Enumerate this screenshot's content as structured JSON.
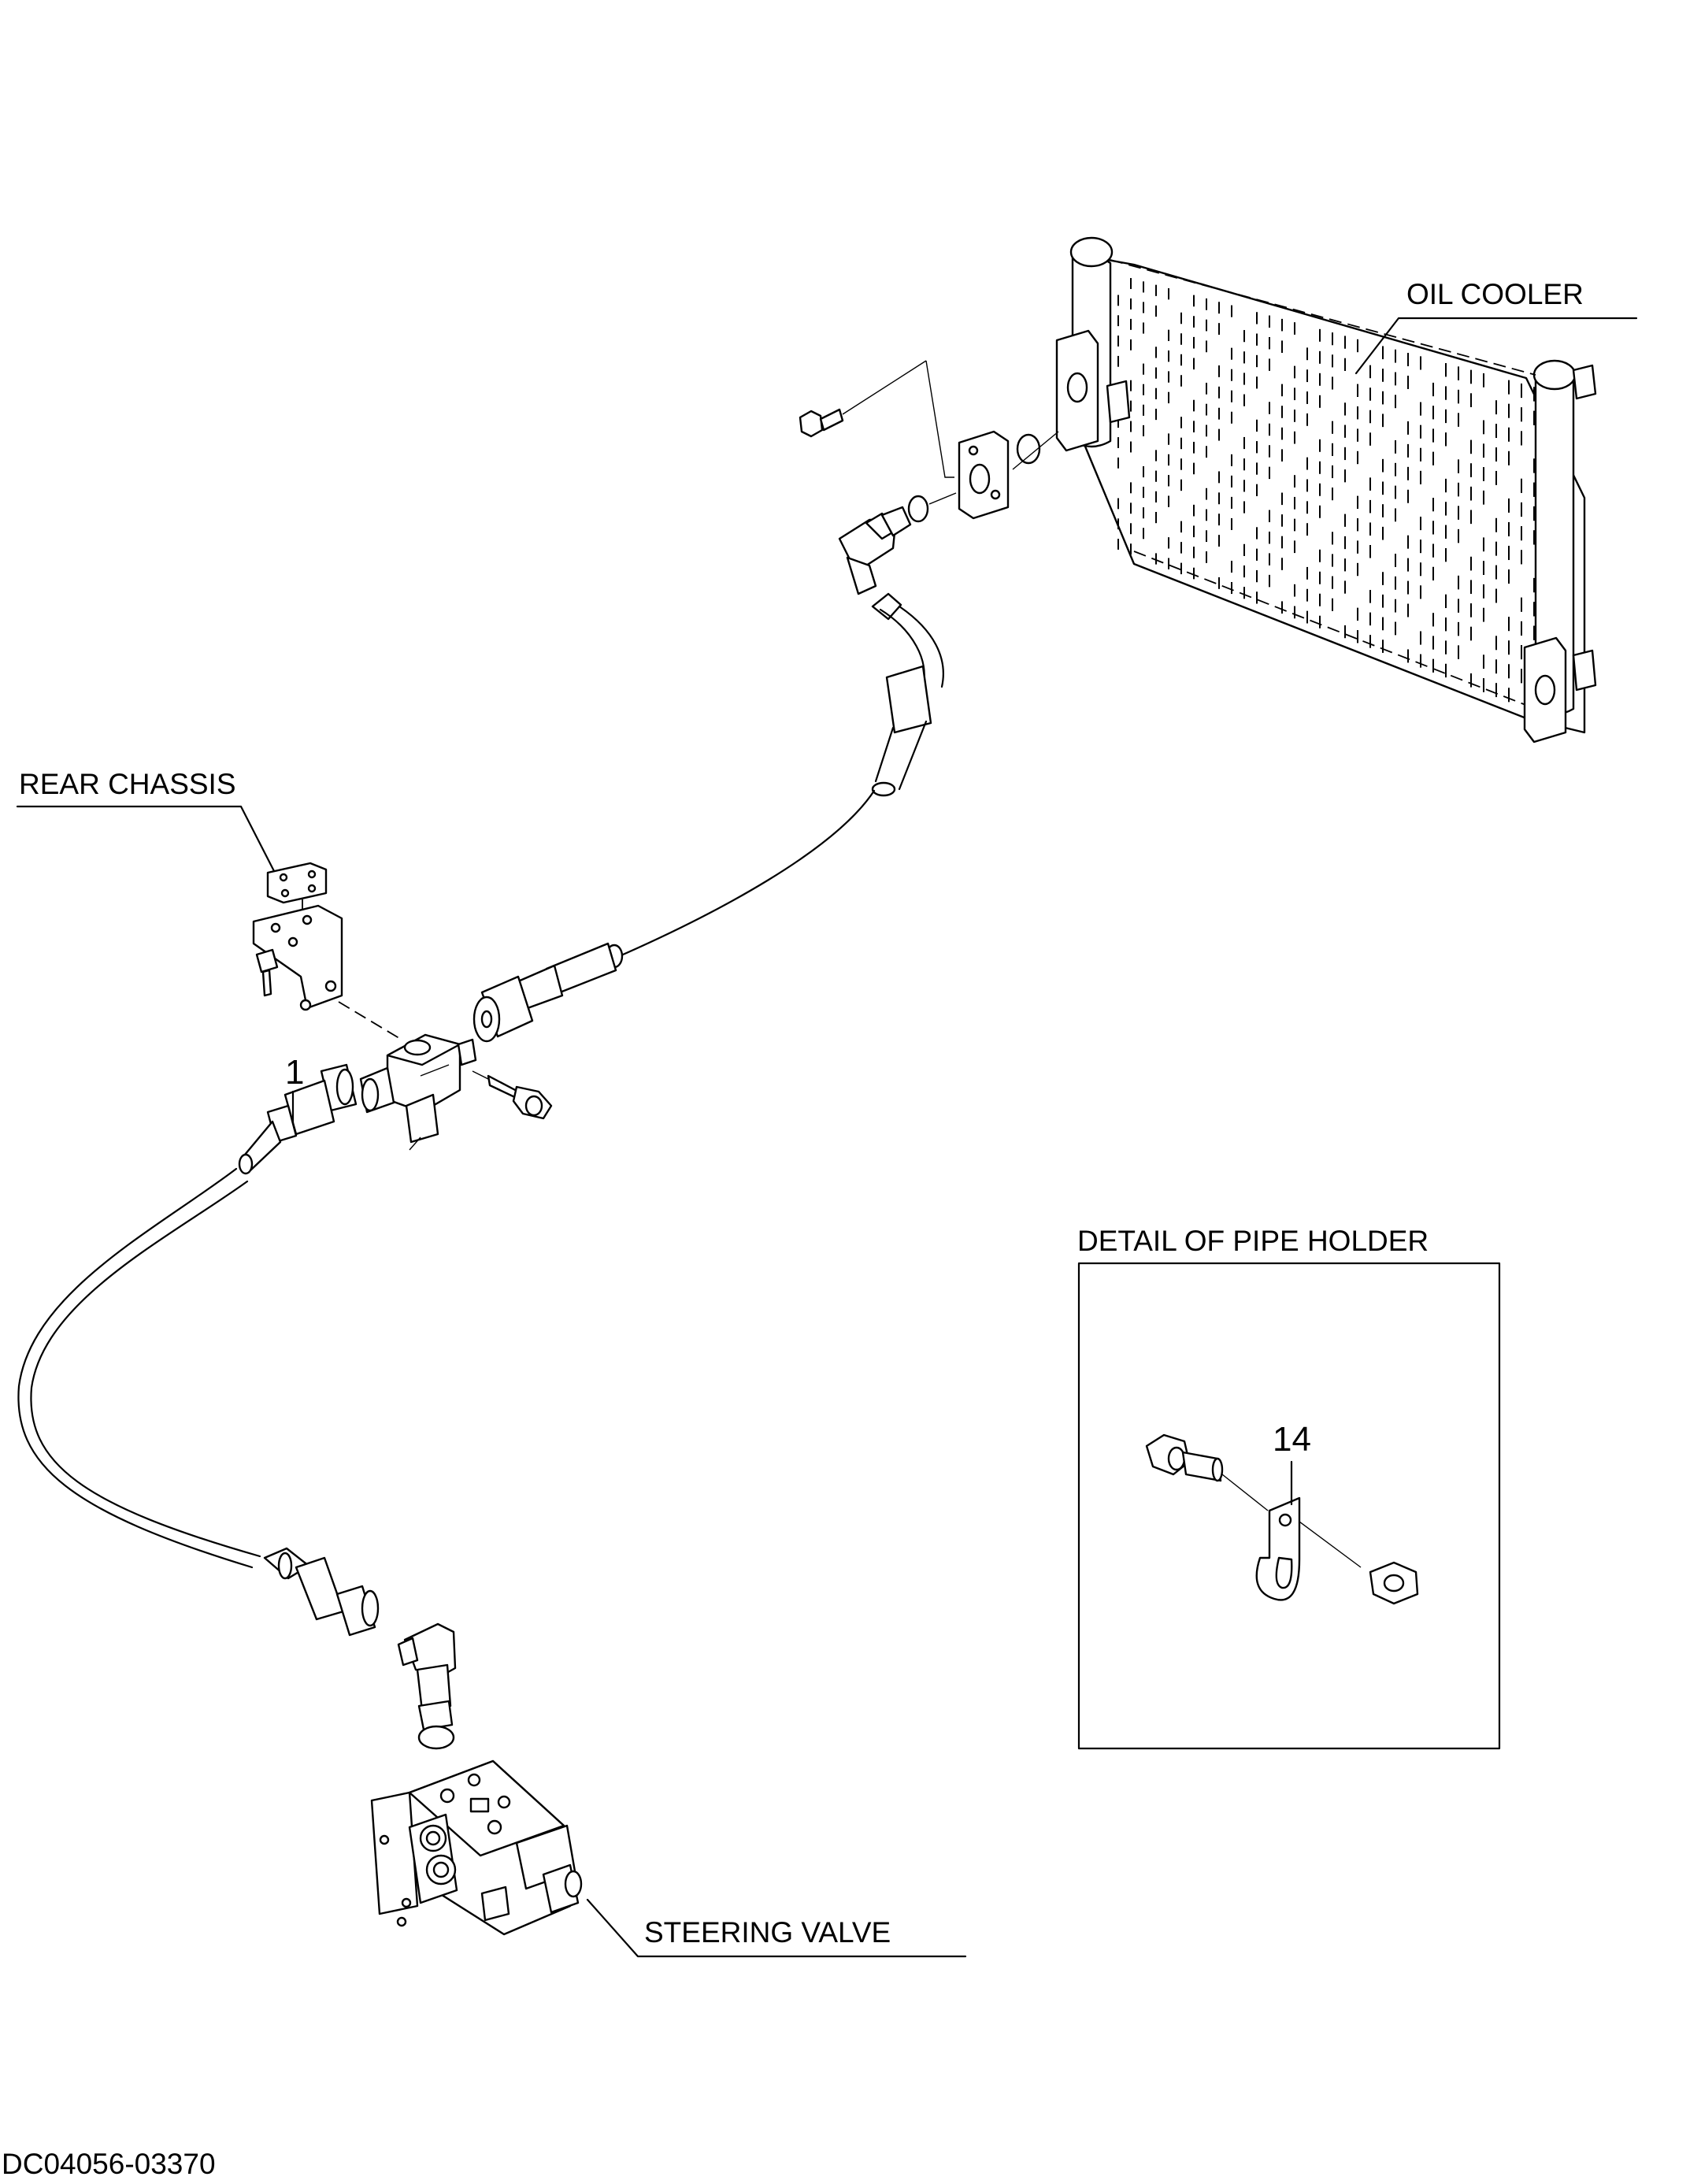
{
  "labels": {
    "oil_cooler": "OIL COOLER",
    "rear_chassis": "REAR CHASSIS",
    "detail_pipe_holder": "DETAIL OF PIPE HOLDER",
    "steering_valve": "STEERING VALVE",
    "drawing_number": "DC04056-03370"
  },
  "callouts": {
    "pipe": "1",
    "pipe_clamp": "14"
  }
}
